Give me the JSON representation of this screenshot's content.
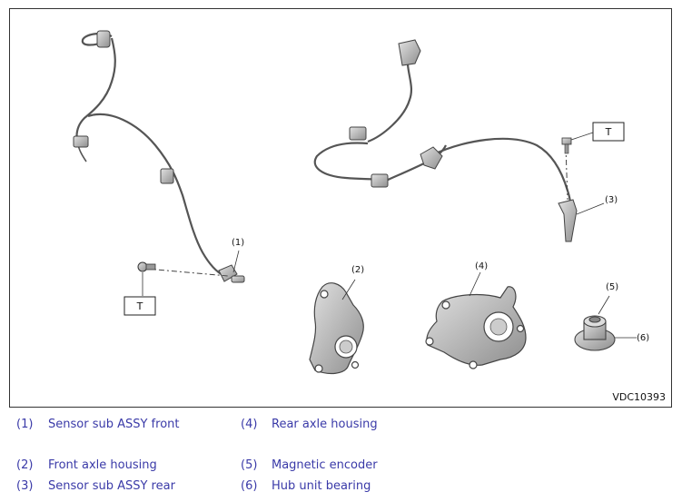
{
  "figure": {
    "code": "VDC10393",
    "callouts": [
      "(1)",
      "(2)",
      "(3)",
      "(4)",
      "(5)",
      "(6)"
    ],
    "torque_label": "T"
  },
  "legend": [
    {
      "num": "(1)",
      "text": "Sensor sub ASSY front"
    },
    {
      "num": "(2)",
      "text": "Front axle housing"
    },
    {
      "num": "(3)",
      "text": "Sensor sub ASSY rear"
    },
    {
      "num": "(4)",
      "text": "Rear axle housing"
    },
    {
      "num": "(5)",
      "text": "Magnetic encoder"
    },
    {
      "num": "(6)",
      "text": "Hub unit bearing"
    }
  ],
  "colors": {
    "legend_text": "#3a3aa8",
    "part_fill": "#bdbdbd",
    "part_stroke": "#444444"
  }
}
